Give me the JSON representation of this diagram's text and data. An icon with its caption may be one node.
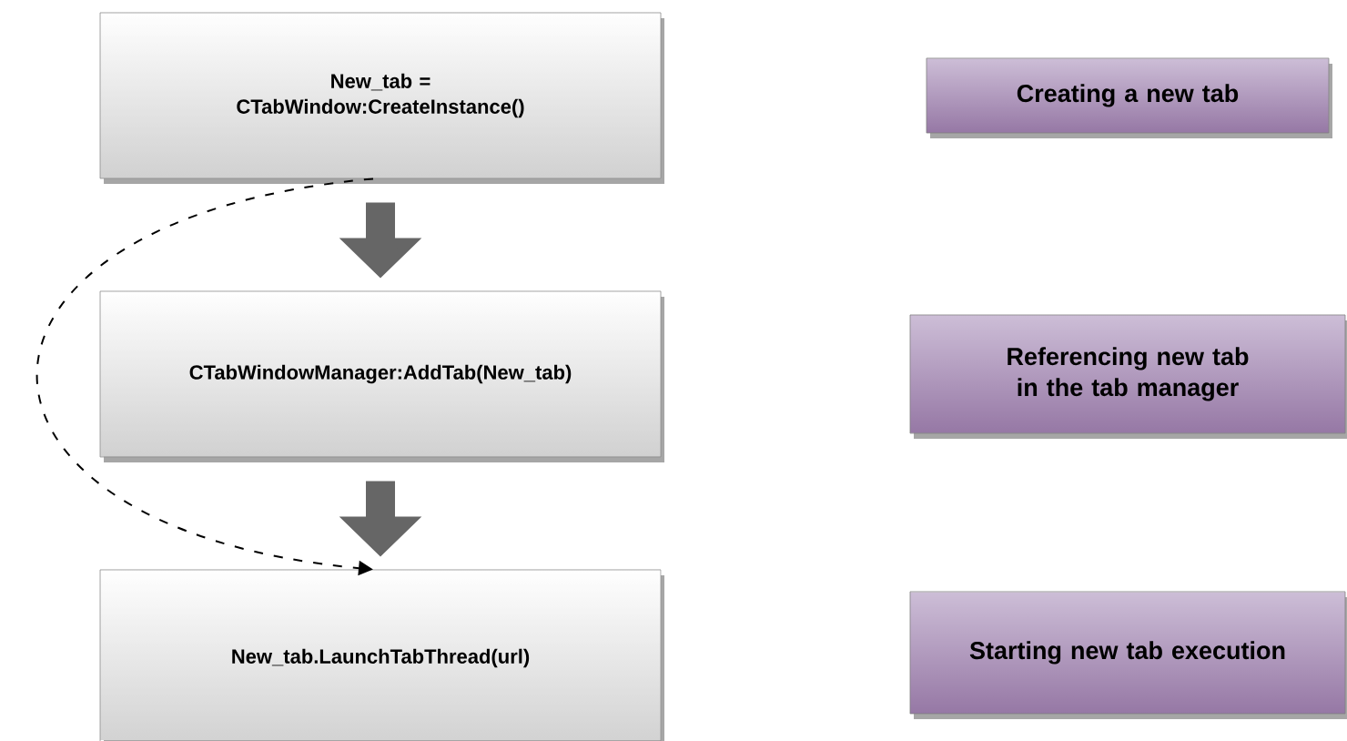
{
  "diagram": {
    "nodes": [
      {
        "text": [
          "New_tab = CTabWindow:CreateInstance()"
        ]
      },
      {
        "text": [
          "CTabWindowManager:AddTab(New_tab)"
        ]
      },
      {
        "text": [
          "New_tab.LaunchTabThread(url)"
        ]
      },
      {
        "text": [
          "Creating a new tab"
        ]
      },
      {
        "text": [
          "Referencing new tab in the tab manager"
        ]
      },
      {
        "text": [
          "Starting new tab execution"
        ]
      }
    ],
    "edges": [
      {
        "from": 0,
        "to": 1,
        "arrow": "to"
      },
      {
        "from": 1,
        "to": 2,
        "arrow": "to"
      },
      {
        "from": 0,
        "to": 2,
        "arrow": "to",
        "style": "dashed",
        "color": "#000000"
      }
    ]
  }
}
